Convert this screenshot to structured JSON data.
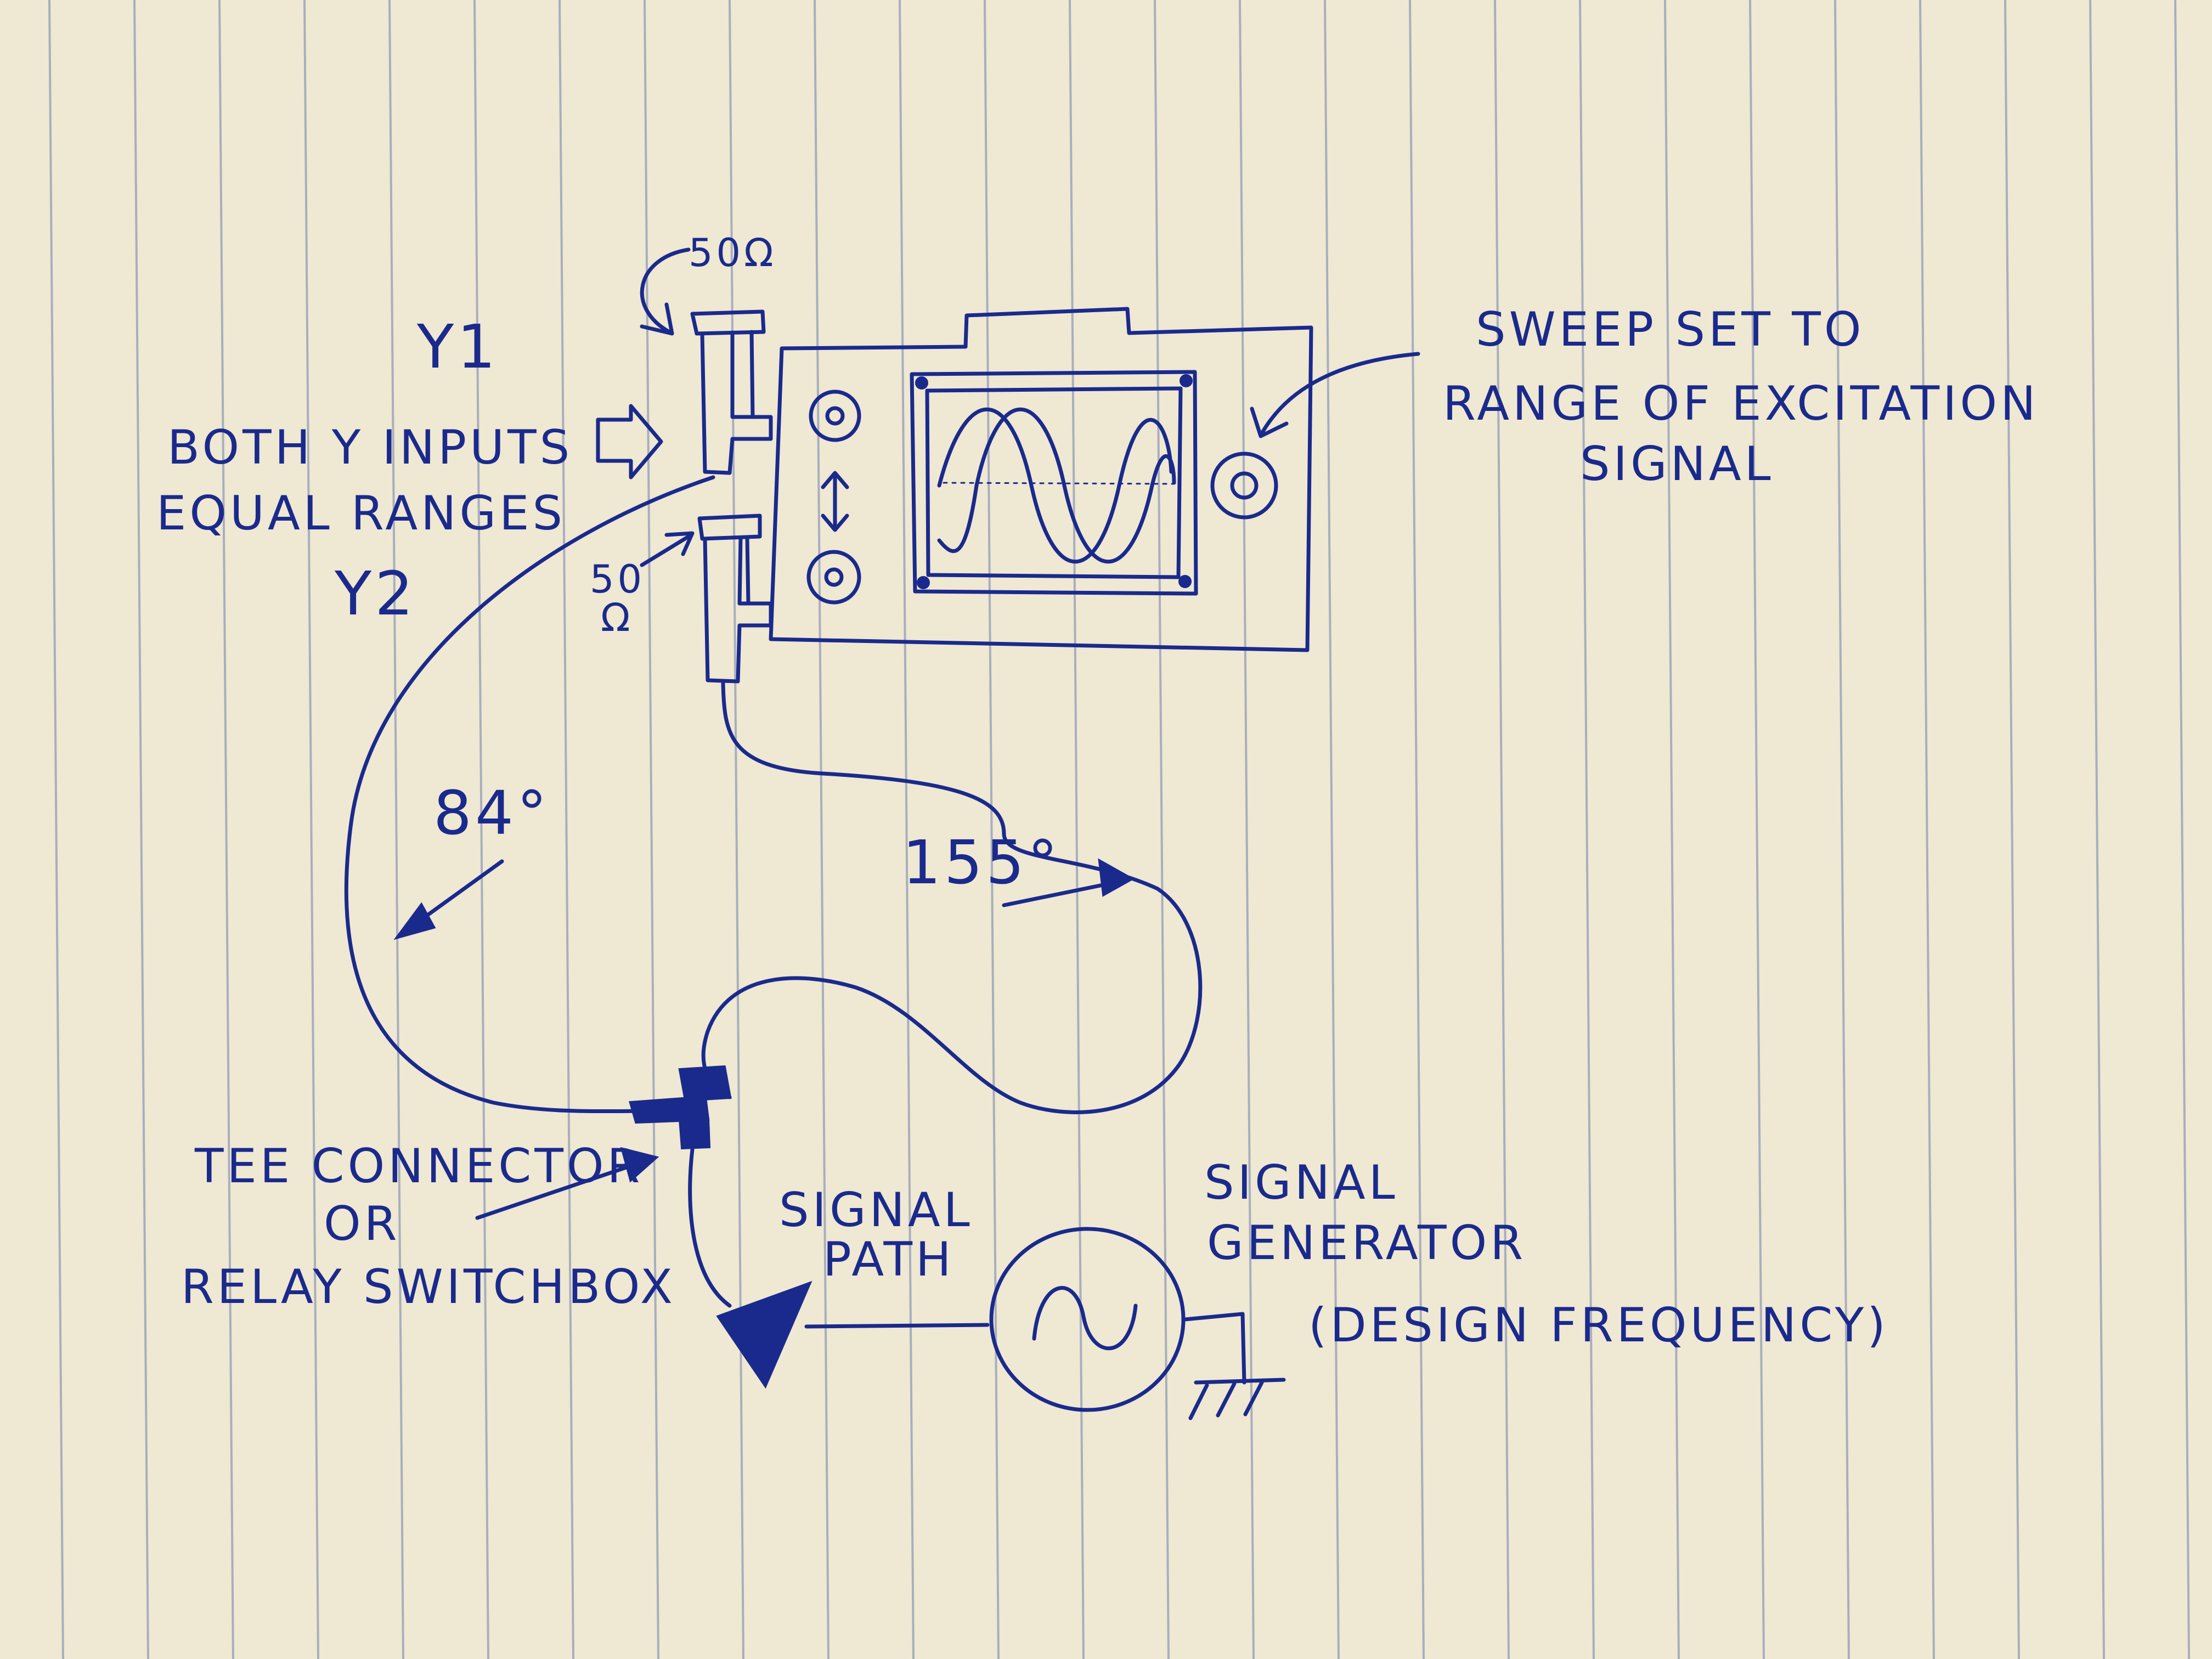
{
  "labels": {
    "y1": "Y1",
    "y2": "Y2",
    "ohm_top": "50Ω",
    "ohm_bottom_num": "50",
    "ohm_bottom_unit": "Ω",
    "both_inputs_line1": "BOTH Y INPUTS",
    "both_inputs_line2": "EQUAL RANGES",
    "sweep_line1": "SWEEP SET TO",
    "sweep_line2": "RANGE OF EXCITATION",
    "sweep_line3": "SIGNAL",
    "angle_left": "84°",
    "angle_right": "155°",
    "tee_line1": "TEE CONNECTOR",
    "tee_line2": "OR",
    "tee_line3": "RELAY SWITCHBOX",
    "signal_path_line1": "SIGNAL",
    "signal_path_line2": "PATH",
    "sig_gen_line1": "SIGNAL",
    "sig_gen_line2": "GENERATOR",
    "sig_gen_line3": "(DESIGN FREQUENCY)"
  },
  "colors": {
    "paper": "#efe8d2",
    "ink": "#1a2a8c",
    "rule_lines": "#6f7fae"
  }
}
